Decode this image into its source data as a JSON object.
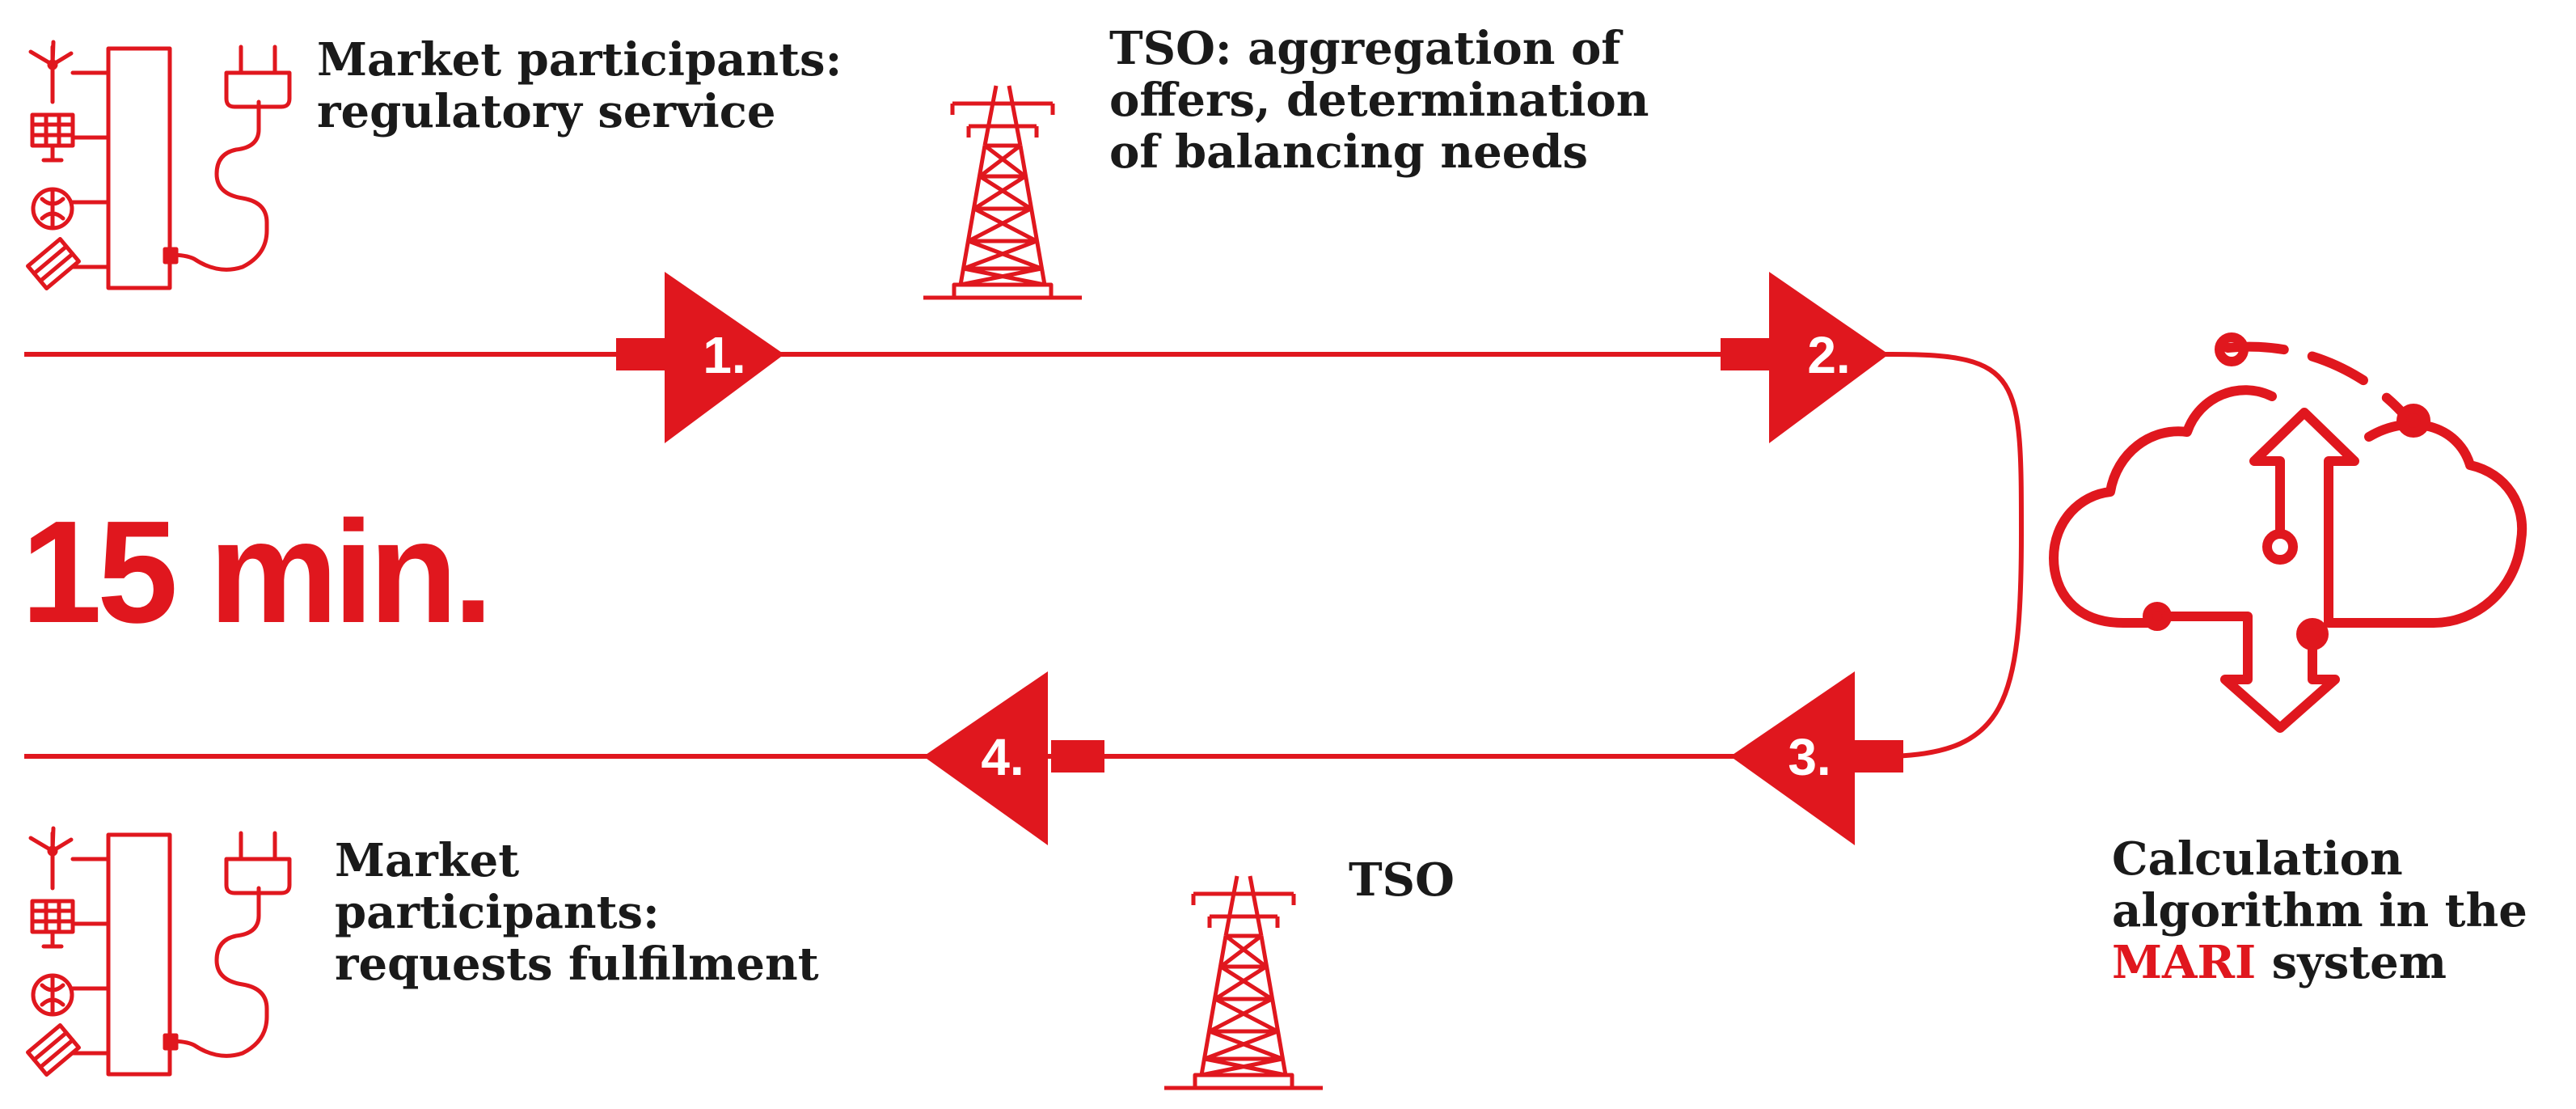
{
  "duration": "15 min.",
  "accent_color": "#e0171e",
  "steps": [
    {
      "number": "1.",
      "direction": "forward"
    },
    {
      "number": "2.",
      "direction": "forward"
    },
    {
      "number": "3.",
      "direction": "backward"
    },
    {
      "number": "4.",
      "direction": "backward"
    }
  ],
  "labels": {
    "market_regulatory": {
      "line1": "Market  participants:",
      "line2": "regulatory service"
    },
    "tso_aggregation": {
      "line1": "TSO: aggregation of",
      "line2": "offers, determination",
      "line3": "of balancing needs"
    },
    "market_requests": {
      "line1": "Market",
      "line2": "participants:",
      "line3": "requests fulfilment"
    },
    "tso": "TSO",
    "calculation": {
      "line1": "Calculation",
      "line2": "algorithm in the",
      "line3_highlight": "MARI",
      "line3_rest": " system"
    }
  },
  "icons": {
    "participants": "energy-sources-plug-icon",
    "tso": "transmission-tower-icon",
    "mari": "cloud-exchange-icon"
  }
}
